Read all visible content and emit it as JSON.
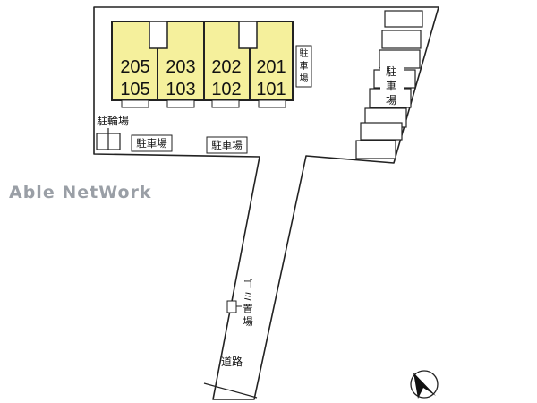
{
  "watermark": "Able NetWork",
  "units": [
    {
      "upper": "205",
      "lower": "105"
    },
    {
      "upper": "203",
      "lower": "103"
    },
    {
      "upper": "202",
      "lower": "102"
    },
    {
      "upper": "201",
      "lower": "101"
    }
  ],
  "labels": {
    "parking": "駐車場",
    "parking_right_column": [
      "駐",
      "車",
      "場"
    ],
    "parking_small_column": [
      "駐",
      "車",
      "場"
    ],
    "bicycle_parking": "駐輪場",
    "garbage_area": [
      "ゴ",
      "ミ",
      "置",
      "場"
    ],
    "road": "道路"
  },
  "colors": {
    "building_fill": "#f5f09c",
    "line": "#222222",
    "watermark": "#9a9fa6"
  },
  "icons": {
    "compass": "north-arrow-icon"
  }
}
